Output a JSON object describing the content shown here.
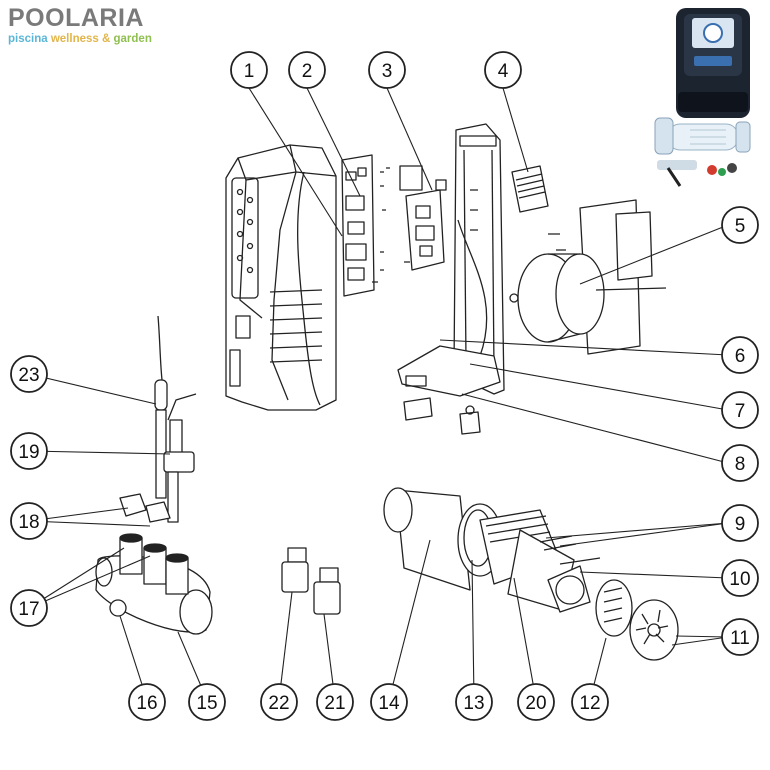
{
  "brand": {
    "logo_word": "POOLARIA",
    "tagline_part1": "piscina",
    "tagline_part2": "wellness",
    "tagline_amp": "&",
    "tagline_part3": "garden",
    "colors": {
      "word": "#7a7a7a",
      "piscina": "#5ab6d6",
      "wellness": "#e2b54a",
      "garden": "#8fbf4f"
    }
  },
  "callouts": [
    "1",
    "2",
    "3",
    "4",
    "5",
    "6",
    "7",
    "8",
    "9",
    "10",
    "11",
    "12",
    "13",
    "14",
    "15",
    "16",
    "17",
    "18",
    "19",
    "20",
    "21",
    "22",
    "23"
  ]
}
